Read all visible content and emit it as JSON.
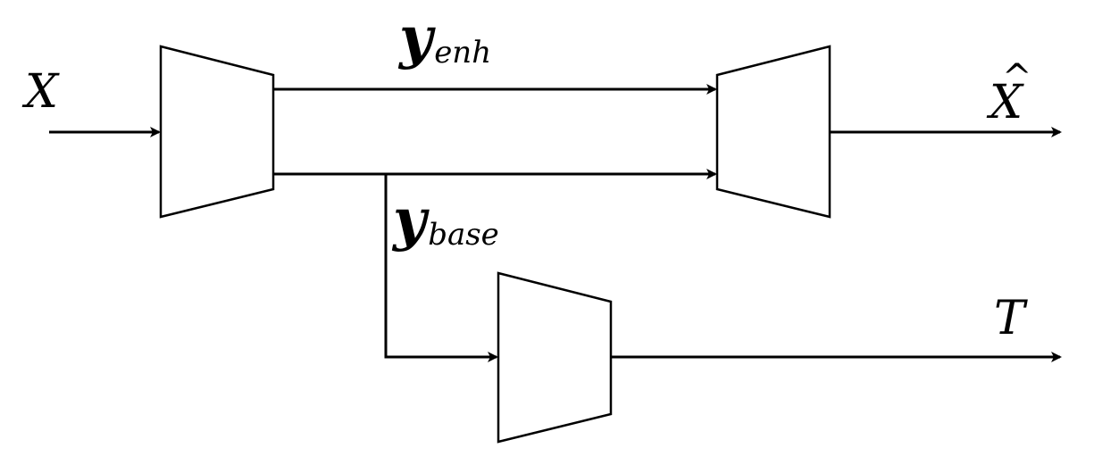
{
  "labels": {
    "input": "X",
    "output_reconstruction": "X",
    "output_reconstruction_accent": "^",
    "output_task": "T",
    "latent_enh_symbol": "y",
    "latent_enh_subscript": "enh",
    "latent_base_symbol": "y",
    "latent_base_subscript": "base"
  }
}
